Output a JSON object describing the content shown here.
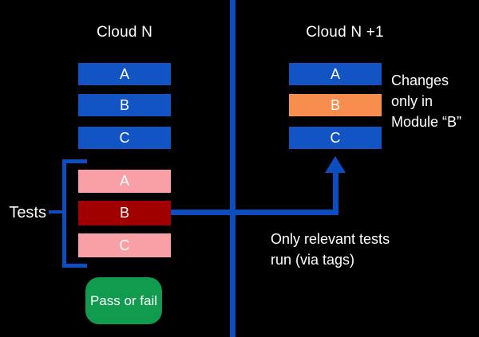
{
  "colors": {
    "background": "#000000",
    "module_blue": "#1254c4",
    "line_blue": "#0c4ec0",
    "changed_orange": "#f78e4d",
    "test_pink": "#f9a0a6",
    "selected_test_dark_red": "#a00000",
    "result_green": "#119b4e",
    "text": "#ffffff"
  },
  "left_column": {
    "title": "Cloud N",
    "modules": [
      {
        "label": "A"
      },
      {
        "label": "B"
      },
      {
        "label": "C"
      }
    ],
    "tests_label": "Tests",
    "tests": [
      {
        "label": "A"
      },
      {
        "label": "B"
      },
      {
        "label": "C"
      }
    ],
    "result_label": "Pass or fail"
  },
  "right_column": {
    "title": "Cloud N +1",
    "modules": [
      {
        "label": "A"
      },
      {
        "label": "B"
      },
      {
        "label": "C"
      }
    ],
    "changes_note_lines": [
      "Changes",
      "only in",
      "Module “B”"
    ],
    "tests_note_lines": [
      "Only relevant tests",
      "run (via tags)"
    ]
  }
}
